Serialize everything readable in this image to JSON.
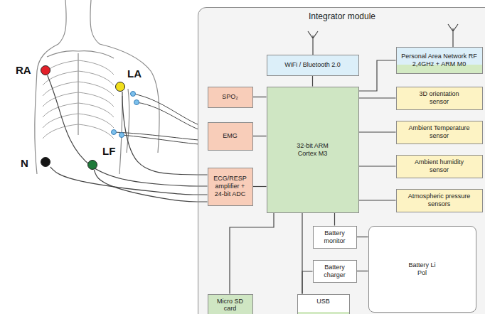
{
  "diagram": {
    "nodes": [
      {
        "text": [
          "RA"
        ]
      },
      {
        "text": [
          "LA"
        ]
      },
      {
        "text": [
          "N"
        ]
      },
      {
        "text": [
          "LF"
        ]
      },
      {
        "text": [
          "Integrator module"
        ]
      },
      {
        "text": [
          "WiFi / Bluetooth 2.0"
        ],
        "in": 4
      },
      {
        "text": [
          "Personal Area Network RF 2,4GHz + ARM M0"
        ],
        "in": 4
      },
      {
        "text": [
          "SPO₂"
        ],
        "in": 4
      },
      {
        "text": [
          "EMG"
        ],
        "in": 4
      },
      {
        "text": [
          "ECG/RESP amplifier + 24-bit ADC"
        ],
        "in": 4
      },
      {
        "text": [
          "32-bit ARM Cortex M3"
        ],
        "in": 4
      },
      {
        "text": [
          "3D orientation sensor"
        ],
        "in": 4
      },
      {
        "text": [
          "Ambient Temperature sensor"
        ],
        "in": 4
      },
      {
        "text": [
          "Ambient humidity sensor"
        ],
        "in": 4
      },
      {
        "text": [
          "Atmospheric pressure sensors"
        ],
        "in": 4
      },
      {
        "text": [
          "Battery monitor"
        ],
        "in": 4
      },
      {
        "text": [
          "Battery charger"
        ],
        "in": 4
      },
      {
        "text": [
          "Battery Li Pol"
        ],
        "in": 4
      },
      {
        "text": [
          "Micro SD card"
        ],
        "in": 4
      },
      {
        "text": [
          "USB"
        ],
        "in": 4
      }
    ],
    "edges": [
      {
        "from": 0,
        "to": 9,
        "arrow": "none"
      },
      {
        "from": 1,
        "to": 9,
        "arrow": "none"
      },
      {
        "from": 2,
        "to": 9,
        "arrow": "none"
      },
      {
        "from": 3,
        "to": 9,
        "arrow": "none"
      },
      {
        "from": 5,
        "to": 10,
        "arrow": "none"
      },
      {
        "from": 10,
        "to": 6,
        "arrow": "none"
      },
      {
        "from": 7,
        "to": 10,
        "arrow": "none"
      },
      {
        "from": 8,
        "to": 10,
        "arrow": "none"
      },
      {
        "from": 9,
        "to": 10,
        "arrow": "none"
      },
      {
        "from": 10,
        "to": 11,
        "arrow": "none"
      },
      {
        "from": 10,
        "to": 12,
        "arrow": "none"
      },
      {
        "from": 10,
        "to": 13,
        "arrow": "none"
      },
      {
        "from": 10,
        "to": 14,
        "arrow": "none"
      },
      {
        "from": 10,
        "to": 15,
        "arrow": "none"
      },
      {
        "from": 15,
        "to": 17,
        "arrow": "none"
      },
      {
        "from": 16,
        "to": 17,
        "arrow": "none"
      },
      {
        "from": 10,
        "to": 19,
        "arrow": "none"
      },
      {
        "from": 16,
        "to": 19,
        "arrow": "none"
      },
      {
        "from": 10,
        "to": 18,
        "arrow": "none"
      }
    ]
  }
}
